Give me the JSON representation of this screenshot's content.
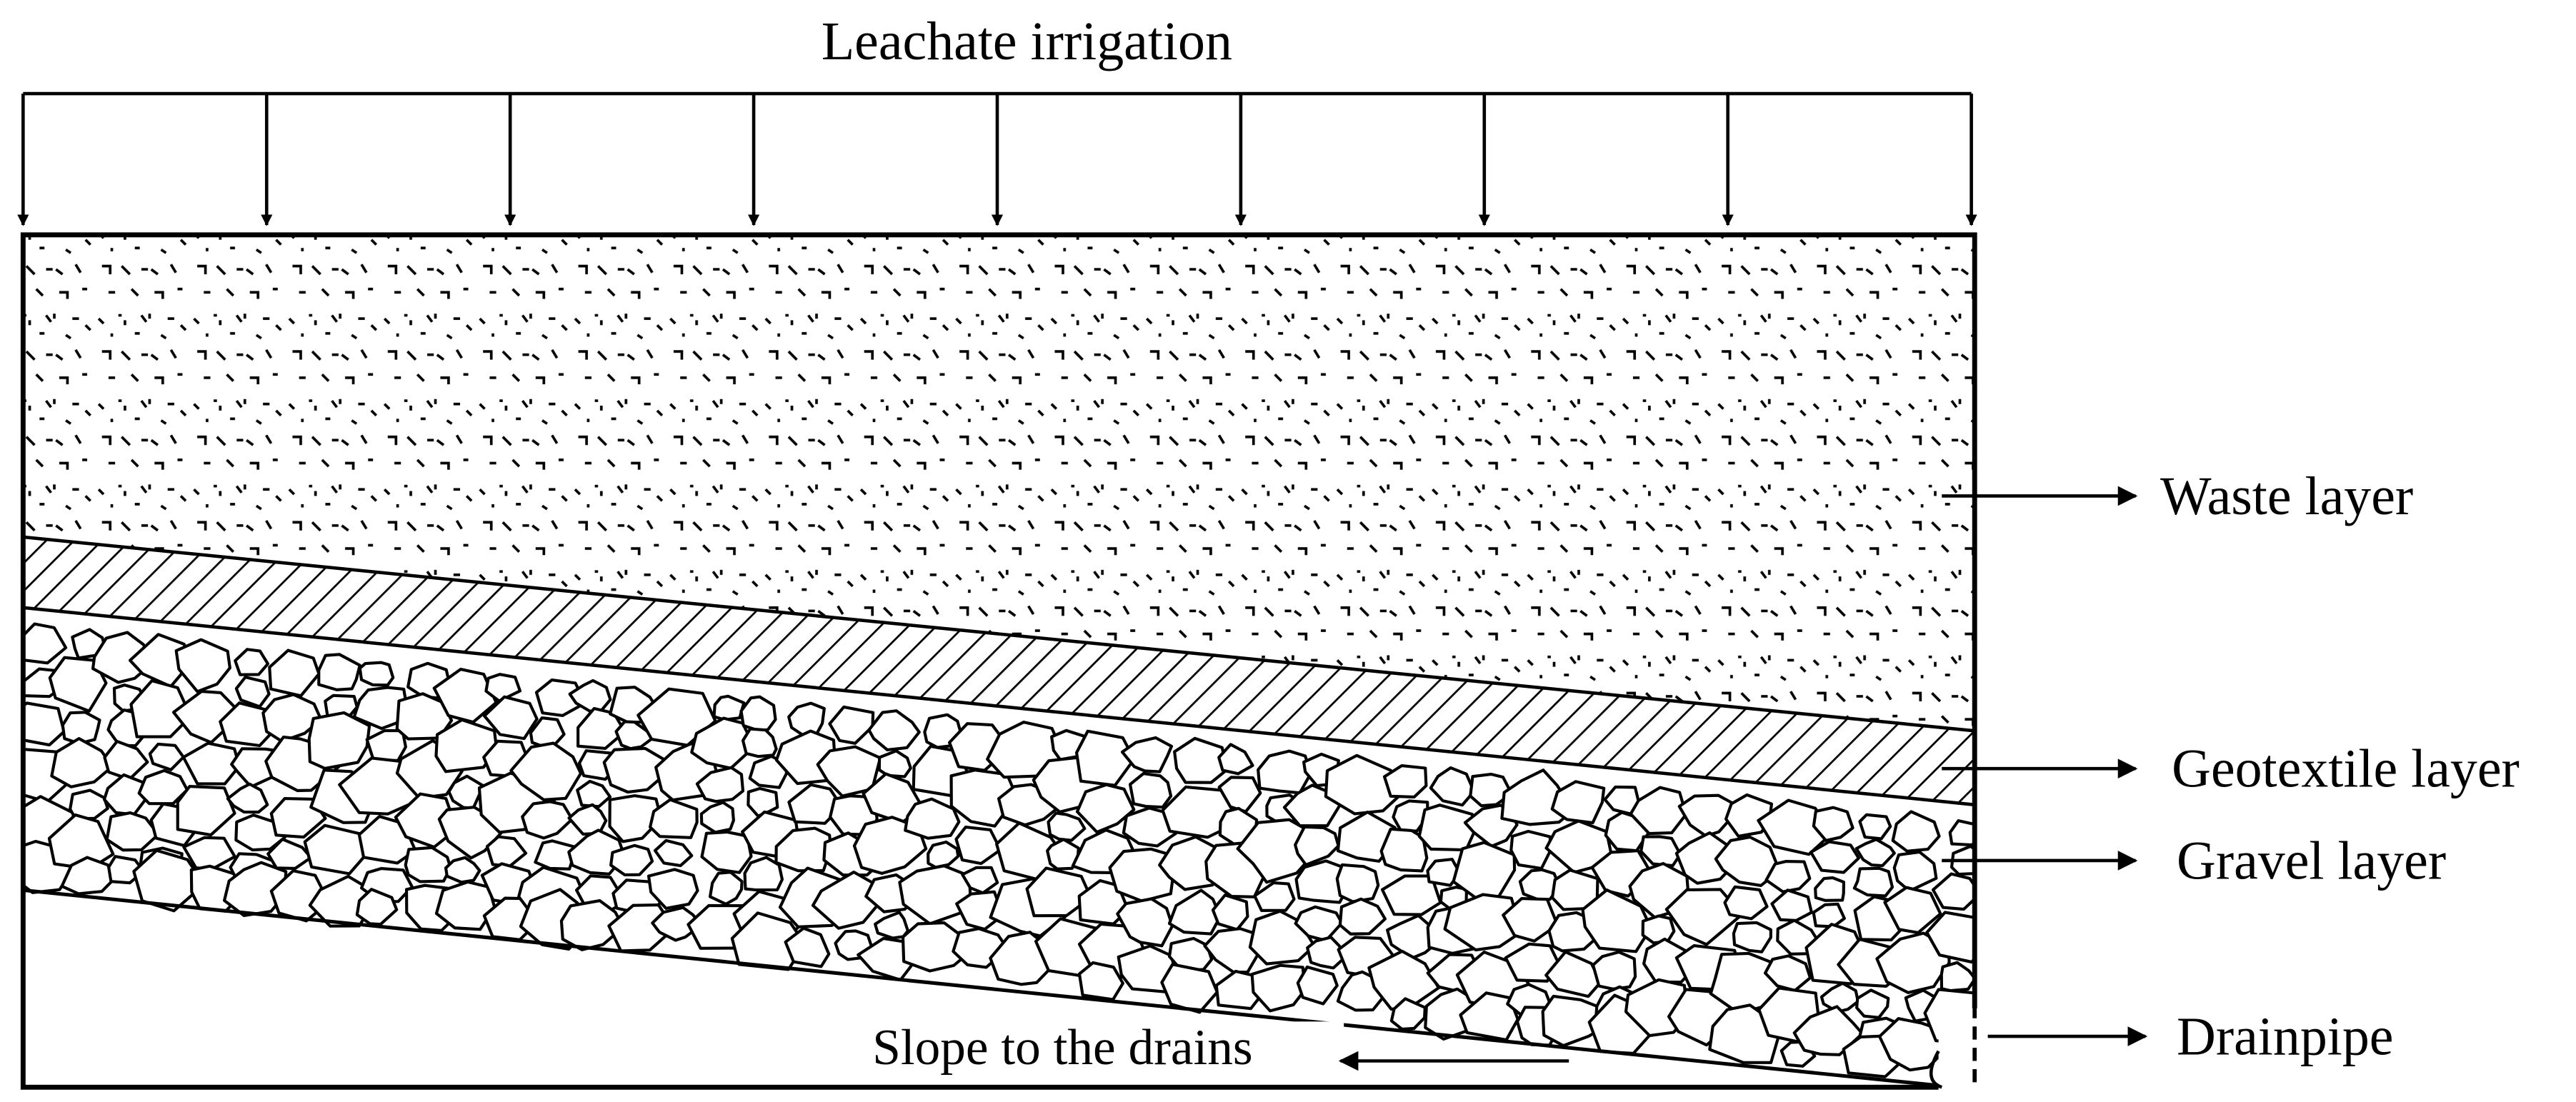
{
  "labels": {
    "title": "Leachate irrigation",
    "waste": "Waste layer",
    "geotextile": "Geotextile layer",
    "gravel": "Gravel layer",
    "drainpipe": "Drainpipe",
    "slope": "Slope to the drains"
  },
  "colors": {
    "stroke": "#000000",
    "background": "#ffffff"
  },
  "irrigation": {
    "arrow_count": 9
  }
}
